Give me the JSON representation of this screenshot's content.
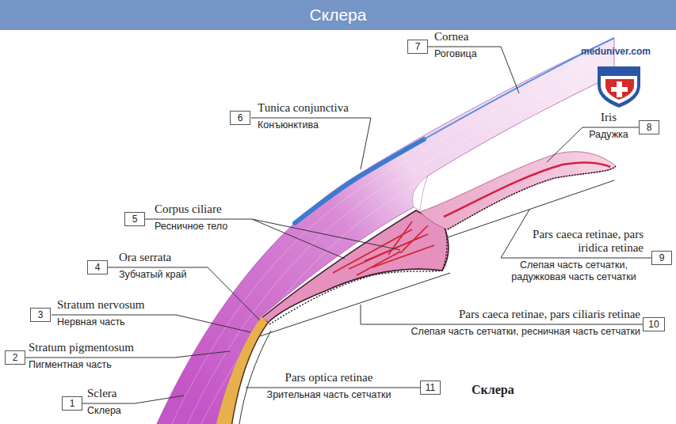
{
  "diagram": {
    "title": "Склера",
    "nodes": [
      {
        "text": [
          "7"
        ]
      },
      {
        "text": [
          "6"
        ]
      },
      {
        "text": [
          "8"
        ]
      },
      {
        "text": [
          "5"
        ]
      },
      {
        "text": [
          "9"
        ]
      },
      {
        "text": [
          "4"
        ]
      },
      {
        "text": [
          "10"
        ]
      },
      {
        "text": [
          "3"
        ]
      },
      {
        "text": [
          "2"
        ]
      },
      {
        "text": [
          "1"
        ]
      },
      {
        "text": [
          "11"
        ]
      }
    ],
    "labels": [
      "Cornea",
      "Роговица",
      "Tunica conjunctiva",
      "Конъюнктива",
      "Iris",
      "Радужка",
      "Corpus ciliare",
      "Ресничное тело",
      "Pars caeca retinae, pars iridica retinae",
      "Слепая часть сетчатки, радужковая часть сетчатки",
      "Ora serrata",
      "Зубчатый край",
      "Pars caeca retinae, pars ciliaris retinae",
      "Слепая часть сетчатки, ресничная часть сетчатки",
      "Stratum nervosum",
      "Нервная часть",
      "Stratum pigmentosum",
      "Пигментная часть",
      "Pars optica retinae",
      "Зрительная часть сетчатки",
      "Sclera",
      "Склера",
      "Склера",
      "meduniver.com"
    ]
  }
}
